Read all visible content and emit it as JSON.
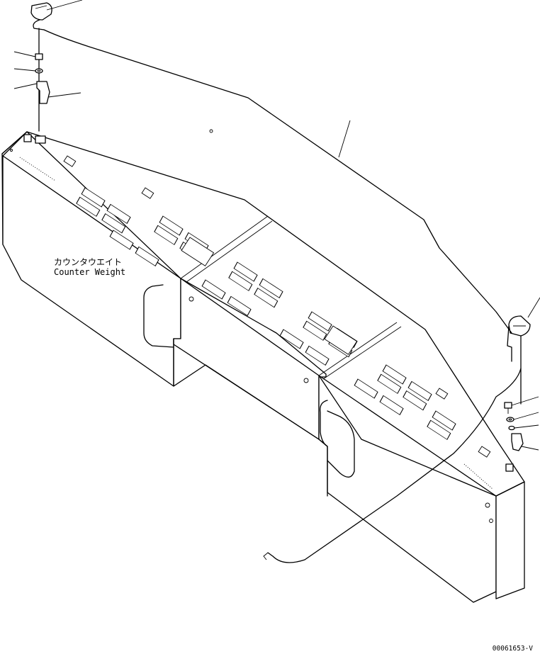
{
  "labels": {
    "counterweight_jp": "カウンタウエイト",
    "counterweight_en": "Counter Weight",
    "drawing_number": "00061653-V"
  },
  "parts": {
    "left_lamp": "lamp-icon",
    "right_lamp": "lamp-icon",
    "bolt": "bolt-icon",
    "washer": "washer-icon",
    "bracket": "bracket-icon",
    "harness": "wiring-harness"
  }
}
